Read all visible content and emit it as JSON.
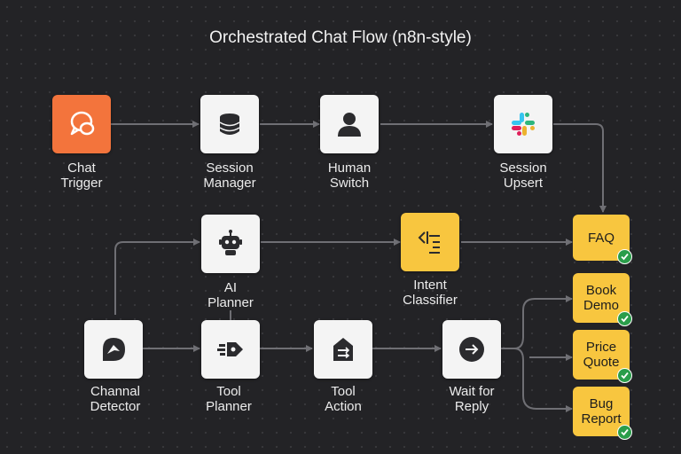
{
  "title": "Orchestrated Chat Flow (n8n-style)",
  "nodes": {
    "chat_trigger": {
      "line1": "Chat",
      "line2": "Trigger",
      "icon": "chat-bubbles-icon"
    },
    "session_manager": {
      "line1": "Session",
      "line2": "Manager",
      "icon": "database-icon"
    },
    "human_switch": {
      "line1": "Human",
      "line2": "Switch",
      "icon": "person-icon"
    },
    "session_upsert": {
      "line1": "Session",
      "line2": "Upsert",
      "icon": "slack-icon"
    },
    "ai_planner": {
      "line1": "AI",
      "line2": "Planner",
      "icon": "robot-icon"
    },
    "intent_classifier": {
      "line1": "Intent",
      "line2": "Classifier",
      "icon": "list-classifier-icon"
    },
    "channel_detector": {
      "line1": "Channal",
      "line2": "Detector",
      "icon": "bubble-arrow-icon"
    },
    "tool_planner": {
      "line1": "Tool",
      "line2": "Planner",
      "icon": "rocket-icon"
    },
    "tool_action": {
      "line1": "Tool",
      "line2": "Action",
      "icon": "toolbox-icon"
    },
    "wait_reply": {
      "line1": "Wait for",
      "line2": "Reply",
      "icon": "arrow-circle-icon"
    }
  },
  "outputs": {
    "faq": {
      "line1": "FAQ"
    },
    "book_demo": {
      "line1": "Book",
      "line2": "Demo"
    },
    "price_quote": {
      "line1": "Price",
      "line2": "Quote"
    },
    "bug_report": {
      "line1": "Bug",
      "line2": "Report"
    }
  },
  "colors": {
    "background": "#232326",
    "node": "#f4f4f4",
    "trigger": "#f3743c",
    "classifier": "#f8c63f",
    "edge": "#6f6f74",
    "check": "#2a9d4a"
  }
}
